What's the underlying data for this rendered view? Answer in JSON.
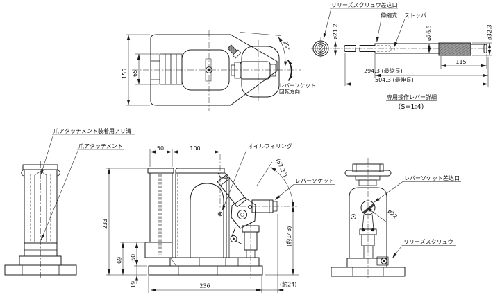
{
  "views": {
    "plan": {
      "dim_overall_width": "155",
      "dim_claw_width": "65",
      "dim_socket_angle": "25°",
      "label_rotation_line1": "レバーソケット",
      "label_rotation_line2": "回転方向"
    },
    "lever_detail": {
      "label_release_screw_port": "リリーズスクリュウ差込口",
      "label_telescopic": "伸縮式",
      "label_stopper": "ストッパ",
      "dim_hex_dia": "ø21.2",
      "dim_mid_dia": "ø26.5",
      "dim_end_dia": "ø32.3",
      "dim_grip_length": "115",
      "dim_retracted_length": "294.3 (最縮長)",
      "dim_extended_length": "504.3 (最伸長)",
      "caption_title": "専用操作レバー詳細",
      "caption_scale": "(S=1:4)"
    },
    "side_view": {
      "label_dovetail_groove": "爪アタッチメント装着用アリ溝",
      "label_claw_attachment": "爪アタッチメント"
    },
    "front_view": {
      "dim_claw_depth": "50",
      "dim_claw_to_center": "100",
      "dim_total_height": "233",
      "dim_claw_step_height": "69",
      "dim_claw_height": "50",
      "dim_base_thickness": "19",
      "dim_base_length": "236",
      "dim_socket_overhang": "(約24)",
      "dim_socket_height": "(約148)",
      "dim_lever_angle": "(57.3°)",
      "label_oil_filling": "オイルフィリング",
      "label_lever_socket": "レバーソケット"
    },
    "rear_view": {
      "label_lever_socket_port": "レバーソケット差込口",
      "dim_socket_dia": "ø22",
      "label_release_screw": "リリーズスクリュウ"
    }
  }
}
